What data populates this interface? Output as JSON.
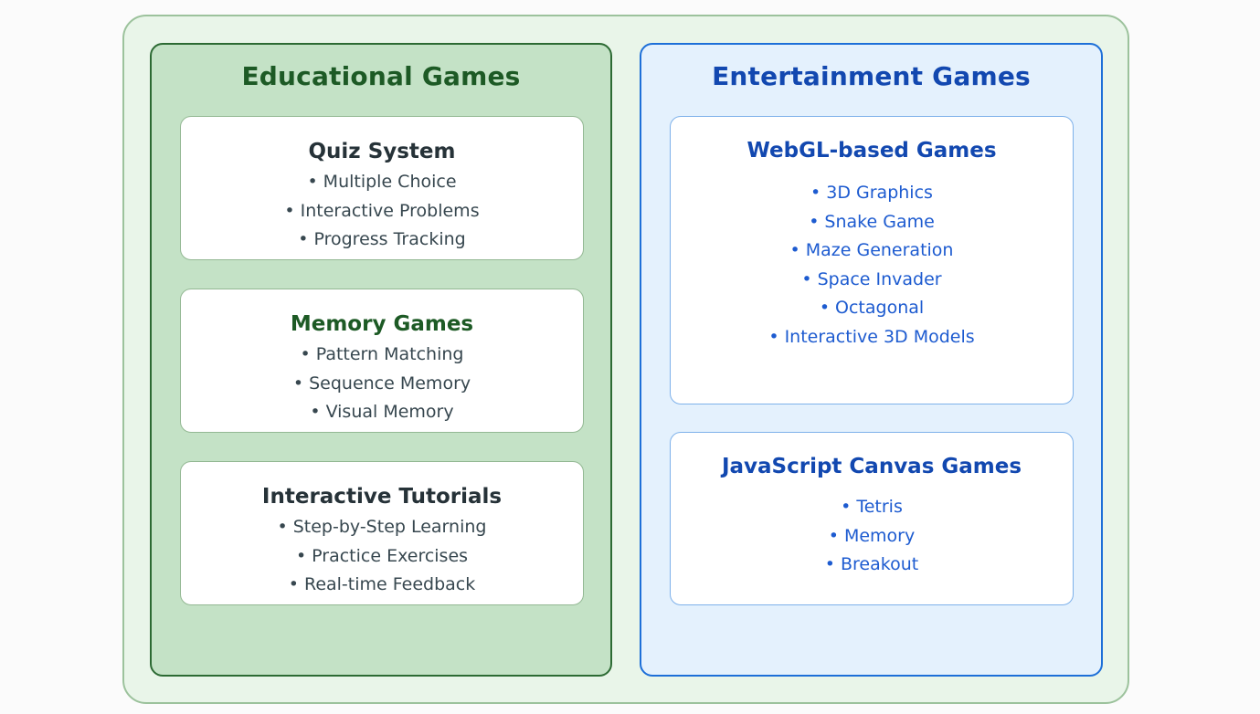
{
  "educational": {
    "title": "Educational Games",
    "cards": [
      {
        "title": "Quiz System",
        "items": [
          "Multiple Choice",
          "Interactive Problems",
          "Progress Tracking"
        ]
      },
      {
        "title": "Memory Games",
        "items": [
          "Pattern Matching",
          "Sequence Memory",
          "Visual Memory"
        ]
      },
      {
        "title": "Interactive Tutorials",
        "items": [
          "Step-by-Step Learning",
          "Practice Exercises",
          "Real-time Feedback"
        ]
      }
    ]
  },
  "entertainment": {
    "title": "Entertainment Games",
    "cards": [
      {
        "title": "WebGL-based Games",
        "items": [
          "3D Graphics",
          "Snake Game",
          "Maze Generation",
          "Space Invader",
          "Octagonal",
          "Interactive 3D Models"
        ]
      },
      {
        "title": "JavaScript Canvas Games",
        "items": [
          "Tetris",
          "Memory",
          "Breakout"
        ]
      }
    ]
  },
  "bullet": "•",
  "colors": {
    "edu_accent": "#1d5a25",
    "ent_accent": "#1248b0",
    "edu_panel_bg": "#c4e2c6",
    "ent_panel_bg": "#e4f1fd",
    "outer_bg": "#e9f5e9"
  }
}
